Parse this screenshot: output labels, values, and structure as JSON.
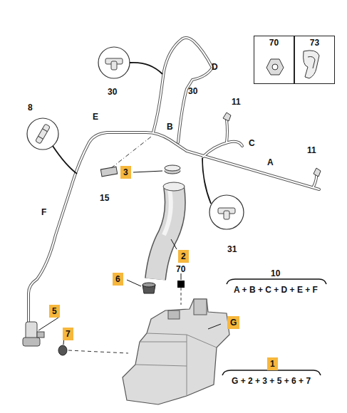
{
  "diagram": {
    "nodes": [
      {
        "text": [
          "70"
        ]
      },
      {
        "text": [
          "73"
        ]
      },
      {
        "text": [
          "3"
        ]
      },
      {
        "text": [
          "2"
        ]
      },
      {
        "text": [
          "6"
        ]
      },
      {
        "text": [
          "5"
        ]
      },
      {
        "text": [
          "G"
        ]
      },
      {
        "text": [
          "7"
        ]
      },
      {
        "text": [
          "1"
        ]
      }
    ],
    "labels": [
      "30",
      "D",
      "30",
      "8",
      "11",
      "E",
      "B",
      "C",
      "A",
      "11",
      "15",
      "31",
      "F",
      "70",
      "10",
      "A + B + C + D + E + F",
      "G + 2 + 3 + 5 + 6 + 7"
    ]
  }
}
